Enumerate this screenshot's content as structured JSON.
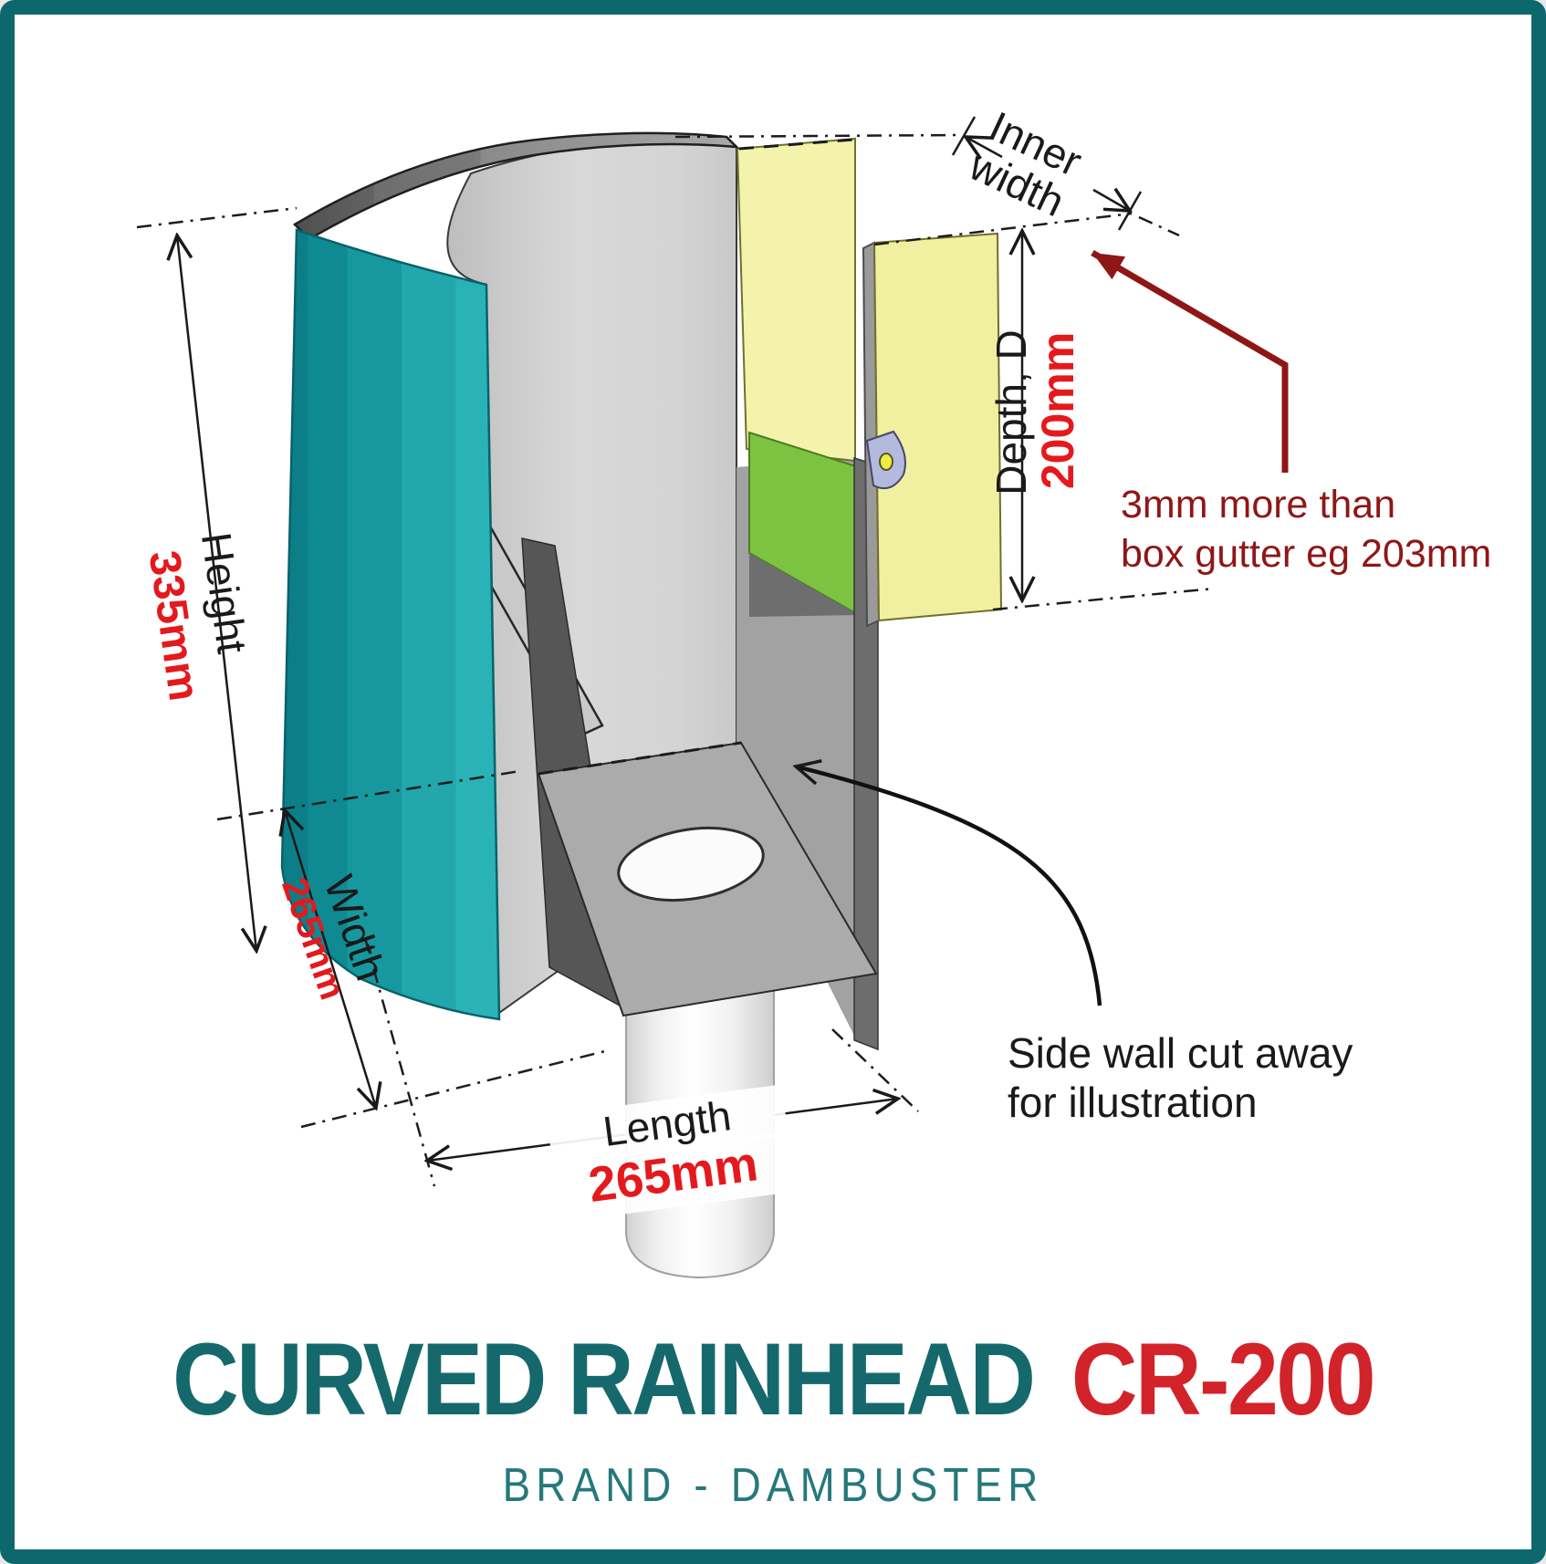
{
  "frame": {
    "border_color": "#0d686d",
    "background": "#ffffff"
  },
  "colors": {
    "title_teal": "#15696c",
    "subtitle_teal": "#26787b",
    "model_red": "#d2232b",
    "dimension_value_red": "#e4191d",
    "annotation_dark_red": "#8e1716",
    "object_teal": "#17989f",
    "object_gray": "#d2d2d2",
    "inner_yellow": "#f1f1a4",
    "floor_green": "#7dc342",
    "tab_lavender": "#b4badd"
  },
  "labels": {
    "height_label": "Height",
    "height_value": "335mm",
    "width_label": "Width",
    "width_value": "265mm",
    "length_label": "Length",
    "length_value": "265mm",
    "depth_label": "Depth, D",
    "depth_value": "200mm",
    "inner_width_line1": "Inner",
    "inner_width_line2": "width",
    "note_line1": "3mm more than",
    "note_line2": "box gutter eg 203mm",
    "cutaway_line1": "Side wall cut away",
    "cutaway_line2": "for illustration"
  },
  "footer": {
    "product_name": "CURVED RAINHEAD",
    "model": "CR-200",
    "brand_line": "BRAND - DAMBUSTER"
  }
}
